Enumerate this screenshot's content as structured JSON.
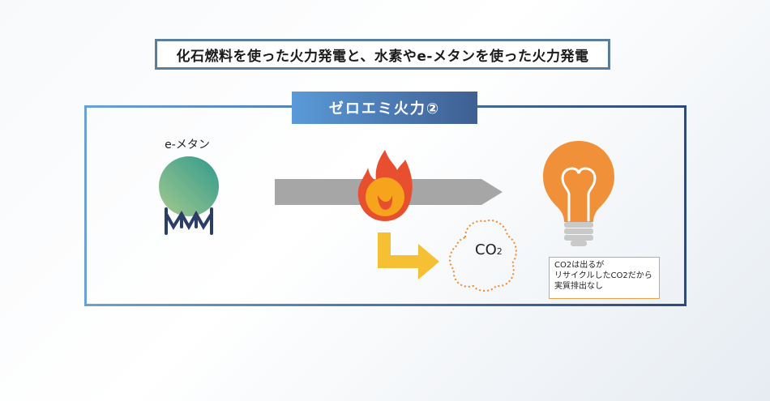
{
  "header": {
    "title": "化石燃料を使った火力発電と、水素やe-メタンを使った火力発電"
  },
  "section": {
    "label": "ゼロエミ火力②"
  },
  "diagram": {
    "fuel_label": "e-メタン",
    "emission": {
      "main": "CO",
      "subscript": "2"
    },
    "note_lines": [
      "CO2は出るが",
      "リサイクルしたCO2だから",
      "実質排出なし"
    ]
  },
  "colors": {
    "title_border": "#5a7f9c",
    "frame_gradient_start": "#6aa1d8",
    "frame_gradient_end": "#2f4a7a",
    "arrow_gray": "#a6a6a6",
    "flame_outer": "#e84f2e",
    "flame_inner": "#f7a41d",
    "elbow_yellow": "#f5c033",
    "bulb_orange": "#f0913a",
    "tank_green": "#4fa68a",
    "tank_legs": "#2c3e66",
    "note_border": "#e9a24a"
  },
  "icons": [
    "e-methane-tank-icon",
    "process-arrow-icon",
    "flame-icon",
    "elbow-arrow-icon",
    "co2-cloud-icon",
    "light-bulb-icon"
  ]
}
